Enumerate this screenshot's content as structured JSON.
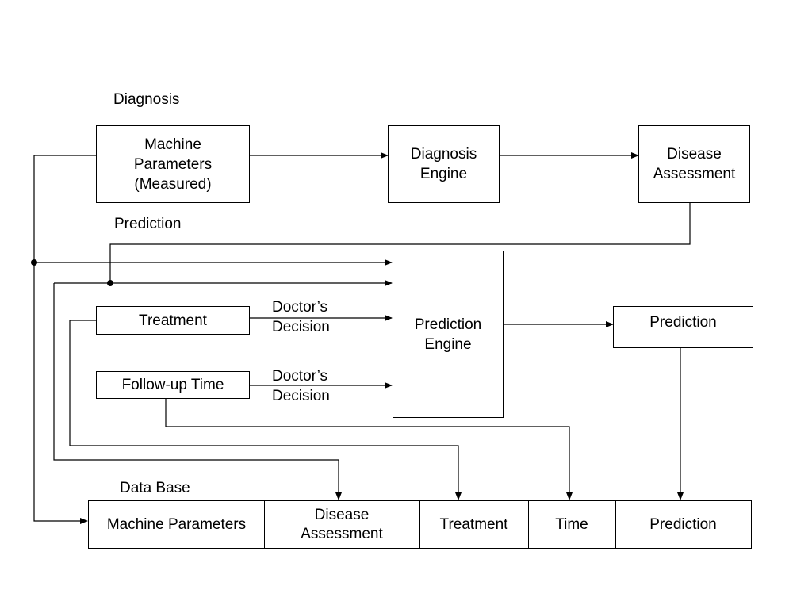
{
  "sections": {
    "diagnosis": "Diagnosis",
    "prediction": "Prediction",
    "database": "Data Base"
  },
  "boxes": {
    "machine_parameters_measured": "Machine\nParameters\n(Measured)",
    "diagnosis_engine": "Diagnosis\nEngine",
    "disease_assessment": "Disease\nAssessment",
    "prediction_engine": "Prediction\nEngine",
    "treatment": "Treatment",
    "follow_up_time": "Follow-up Time",
    "prediction_output": "Prediction"
  },
  "edge_labels": {
    "treatment_decision": "Doctor’s\nDecision",
    "followup_decision": "Doctor’s\nDecision"
  },
  "database_columns": [
    "Machine Parameters",
    "Disease\nAssessment",
    "Treatment",
    "Time",
    "Prediction"
  ]
}
